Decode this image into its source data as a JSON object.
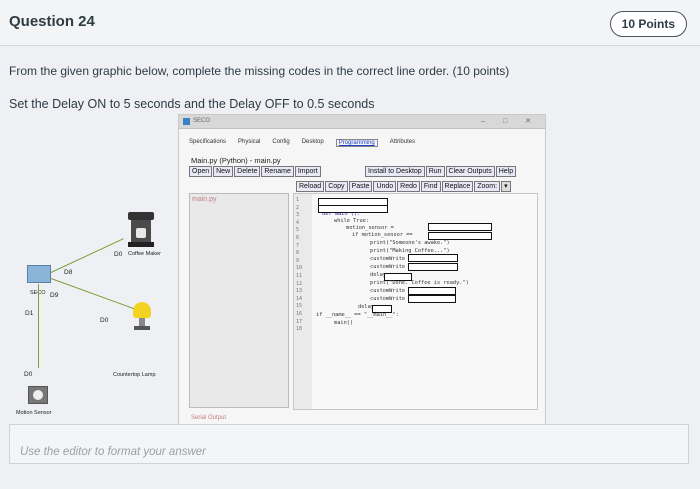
{
  "question": {
    "title": "Question 24",
    "points": "10 Points",
    "prompt": "From the given graphic below, complete the missing codes in the correct line order. (10 points)",
    "instruction": "Set the Delay ON to 5 seconds and the Delay OFF to 0.5 seconds"
  },
  "simulator": {
    "window_title": "SECO",
    "tabs": [
      "Specifications",
      "Physical",
      "Config",
      "Desktop",
      "Programming",
      "Attributes"
    ],
    "file_path": "Main.py (Python) - main.py",
    "file_buttons": [
      "Open",
      "New",
      "Delete",
      "Rename",
      "Import"
    ],
    "action_buttons": [
      "Install to Desktop",
      "Run",
      "Clear Outputs",
      "Help"
    ],
    "edit_buttons": [
      "Reload",
      "Copy",
      "Paste",
      "Undo",
      "Redo",
      "Find",
      "Replace",
      "Zoom:"
    ],
    "file_list": [
      "main.py"
    ],
    "serial_label": "Serial Output",
    "line_numbers": [
      "1",
      "2",
      "3",
      "4",
      "5",
      "6",
      "7",
      "8",
      "9",
      "10",
      "11",
      "12",
      "13",
      "14",
      "15",
      "16",
      "17",
      "18"
    ],
    "code_lines": {
      "l4": "def main ():",
      "l5": "while True:",
      "l6": "motion_sensor =",
      "l7": "if motion_sensor ==",
      "l8": "print(\"Someone's awake.\")",
      "l9": "print(\"Making Coffee...\")",
      "l10": "customWrite",
      "l11": "customWrite",
      "l12": "delay",
      "l13": "print(\"Done. Coffee is ready.\")",
      "l14": "customWrite",
      "l15": "customWrite",
      "l16": "delay",
      "l17a": "if __name__ == \"__main__\":",
      "l18": "main()"
    }
  },
  "circuit": {
    "components": [
      {
        "name": "Coffee Maker",
        "port": "D0"
      },
      {
        "name": "Countertop Lamp",
        "port": "D0"
      },
      {
        "name": "Motion Sensor",
        "port": "D0"
      }
    ],
    "board_label": "SECO",
    "board_ports": [
      "D8",
      "D9",
      "D1"
    ]
  },
  "answer": {
    "placeholder": "Use the editor to format your answer"
  }
}
